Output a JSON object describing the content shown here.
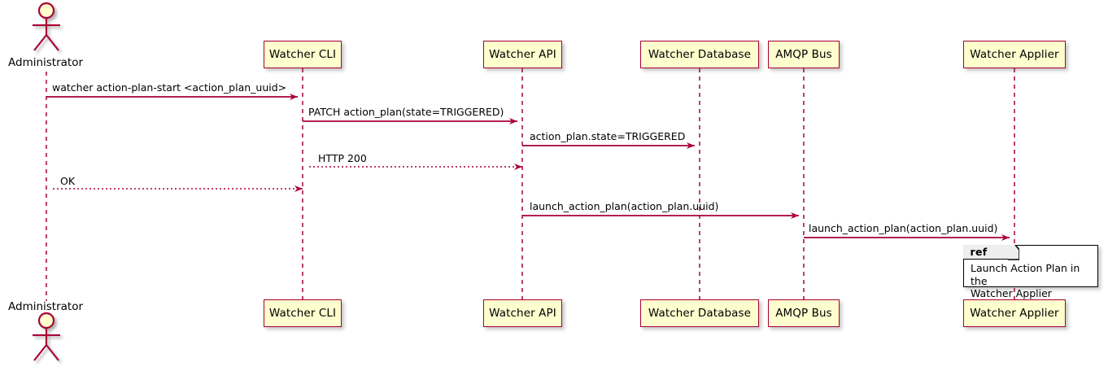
{
  "diagram": {
    "type": "sequence",
    "title": "",
    "colors": {
      "participant_fill": "#FEFECE",
      "participant_border": "#A80036",
      "lifeline": "#A80036",
      "arrow": "#A80036",
      "note_fill": "#FFFFFF",
      "note_border": "#000000",
      "ref_tab_fill": "#EEEEEE",
      "text": "#000000"
    },
    "participants": [
      {
        "id": "administrator",
        "label": "Administrator",
        "kind": "actor"
      },
      {
        "id": "watcher-cli",
        "label": "Watcher CLI",
        "kind": "participant"
      },
      {
        "id": "watcher-api",
        "label": "Watcher API",
        "kind": "participant"
      },
      {
        "id": "watcher-database",
        "label": "Watcher Database",
        "kind": "participant"
      },
      {
        "id": "amqp-bus",
        "label": "AMQP Bus",
        "kind": "participant"
      },
      {
        "id": "watcher-applier",
        "label": "Watcher Applier",
        "kind": "participant"
      }
    ],
    "messages": [
      {
        "index": 1,
        "label": "watcher action-plan-start <action_plan_uuid>",
        "from": "administrator",
        "to": "watcher-cli",
        "style": "solid",
        "direction": "right"
      },
      {
        "index": 2,
        "label": "PATCH action_plan(state=TRIGGERED)",
        "from": "watcher-cli",
        "to": "watcher-api",
        "style": "solid",
        "direction": "right"
      },
      {
        "index": 3,
        "label": "action_plan.state=TRIGGERED",
        "from": "watcher-api",
        "to": "watcher-database",
        "style": "solid",
        "direction": "right"
      },
      {
        "index": 4,
        "label": "HTTP 200",
        "from": "watcher-api",
        "to": "watcher-cli",
        "style": "dotted",
        "direction": "left"
      },
      {
        "index": 5,
        "label": "OK",
        "from": "watcher-cli",
        "to": "administrator",
        "style": "dotted",
        "direction": "left"
      },
      {
        "index": 6,
        "label": "launch_action_plan(action_plan.uuid)",
        "from": "watcher-api",
        "to": "amqp-bus",
        "style": "solid",
        "direction": "right"
      },
      {
        "index": 7,
        "label": "launch_action_plan(action_plan.uuid)",
        "from": "amqp-bus",
        "to": "watcher-applier",
        "style": "solid",
        "direction": "right"
      }
    ],
    "ref_note": {
      "tab_label": "ref",
      "text": "Launch Action Plan in the\nWatcher Applier"
    }
  }
}
